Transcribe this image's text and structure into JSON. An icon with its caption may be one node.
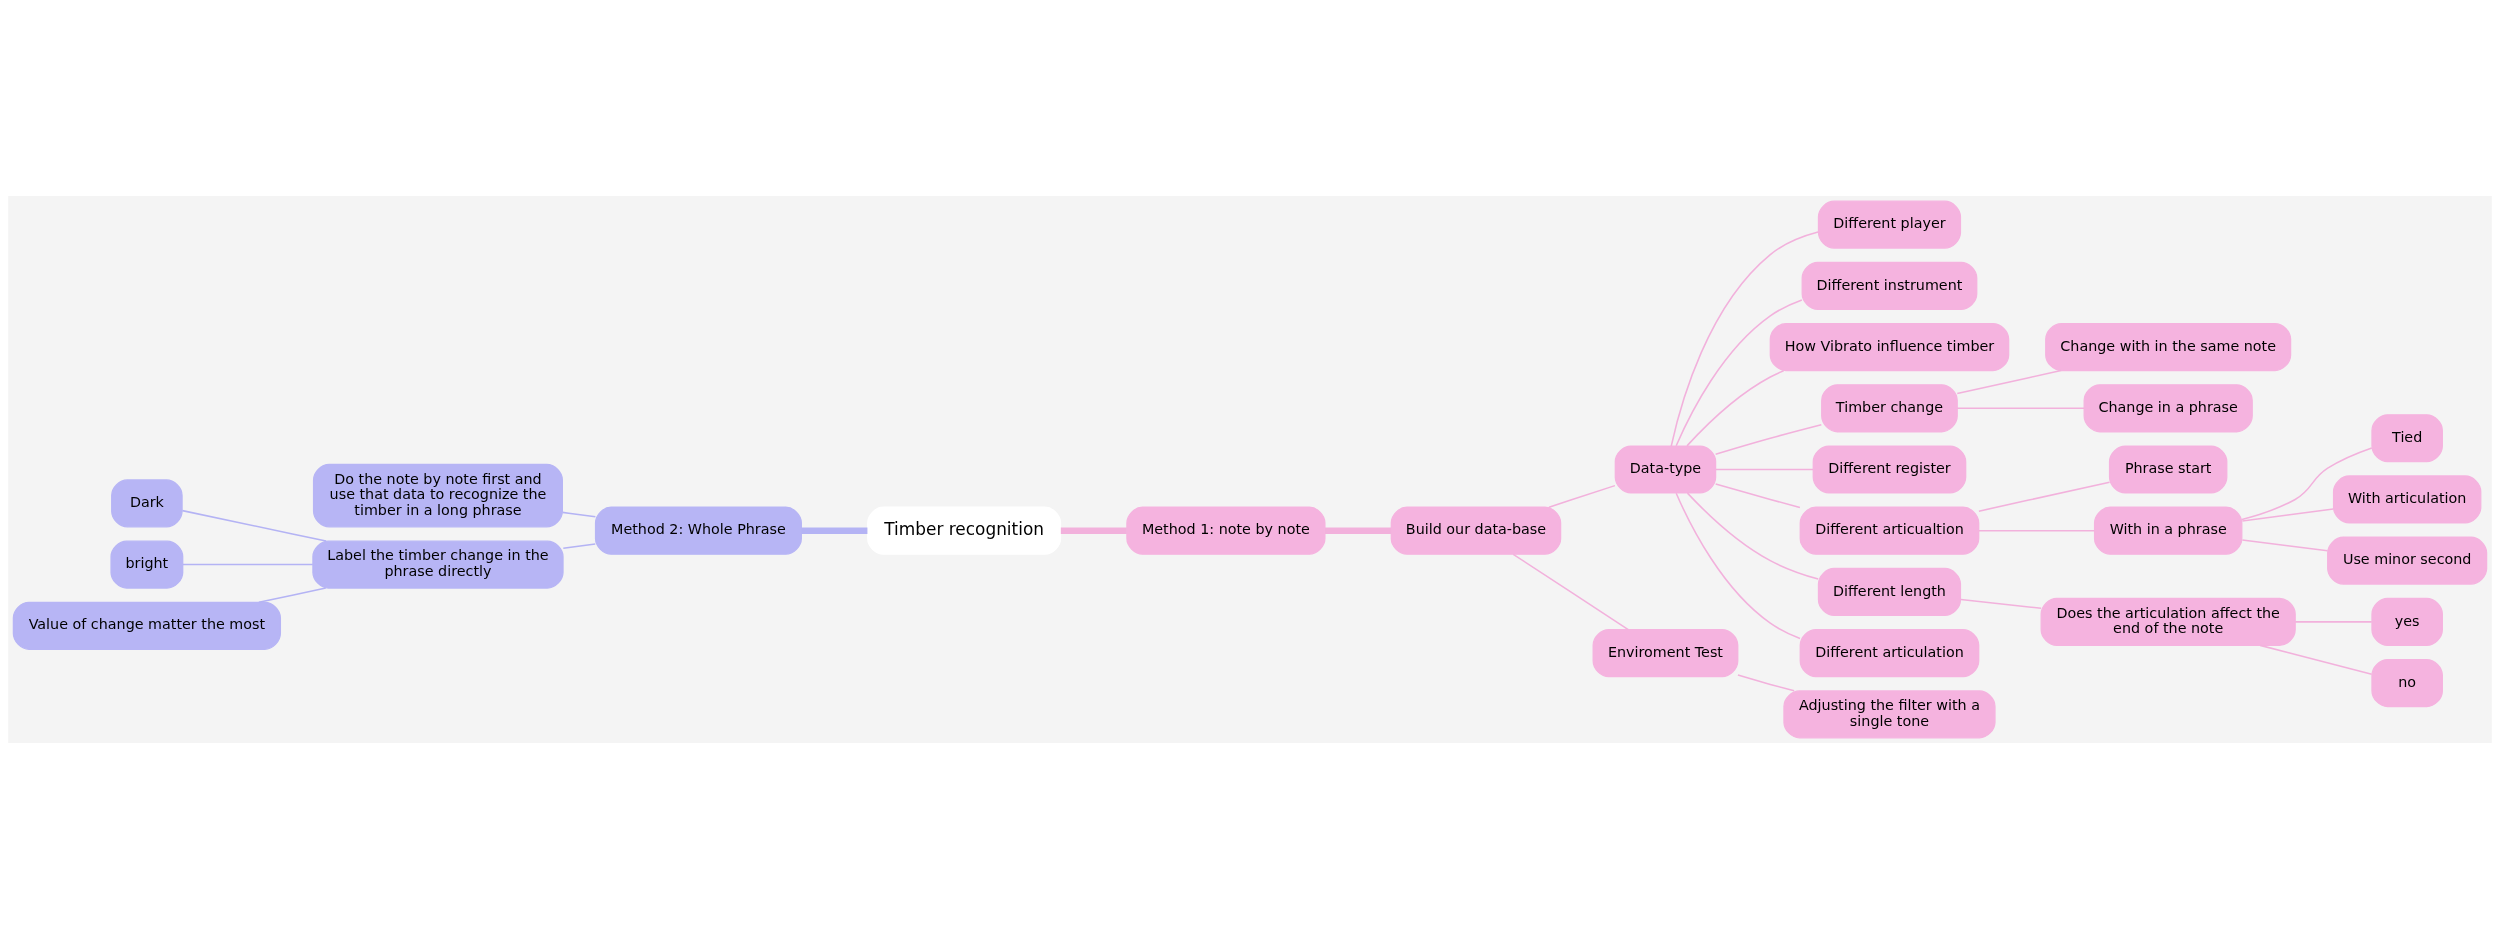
{
  "diagram": {
    "nodes": [
      {
        "text": [
          "Timber recognition"
        ]
      },
      {
        "text": [
          "Method 1: note by note"
        ]
      },
      {
        "text": [
          "Build our data-base"
        ]
      },
      {
        "text": [
          "Data-type"
        ]
      },
      {
        "text": [
          "Different player"
        ]
      },
      {
        "text": [
          "Different instrument"
        ]
      },
      {
        "text": [
          "How Vibrato influence timber"
        ]
      },
      {
        "text": [
          "Timber change"
        ]
      },
      {
        "text": [
          "Change with in the same note"
        ]
      },
      {
        "text": [
          "Change in a phrase"
        ]
      },
      {
        "text": [
          "Different register"
        ]
      },
      {
        "text": [
          "Different articualtion"
        ]
      },
      {
        "text": [
          "Phrase start"
        ]
      },
      {
        "text": [
          "With in a phrase"
        ]
      },
      {
        "text": [
          "Tied"
        ]
      },
      {
        "text": [
          "With articulation"
        ]
      },
      {
        "text": [
          "Use minor second"
        ]
      },
      {
        "text": [
          "Different length"
        ]
      },
      {
        "text": [
          "Does the articulation affect the end of the note"
        ]
      },
      {
        "text": [
          "yes"
        ]
      },
      {
        "text": [
          "no"
        ]
      },
      {
        "text": [
          "Different articulation"
        ]
      },
      {
        "text": [
          "Enviroment Test"
        ]
      },
      {
        "text": [
          "Adjusting the filter with a single tone"
        ]
      },
      {
        "text": [
          "Method 2: Whole Phrase"
        ]
      },
      {
        "text": [
          "Do the note by note first and use that data to recognize the timber in a long phrase"
        ]
      },
      {
        "text": [
          "Label the timber change in the phrase directly"
        ]
      },
      {
        "text": [
          "Dark"
        ]
      },
      {
        "text": [
          "bright"
        ]
      },
      {
        "text": [
          "Value of change matter the most"
        ]
      }
    ],
    "edges": [
      {
        "from": 0,
        "to": 1,
        "arrow": "none",
        "style": "thick"
      },
      {
        "from": 1,
        "to": 2,
        "arrow": "none",
        "style": "thick"
      },
      {
        "from": 2,
        "to": 3,
        "arrow": "none"
      },
      {
        "from": 3,
        "to": 4,
        "arrow": "none"
      },
      {
        "from": 3,
        "to": 5,
        "arrow": "none"
      },
      {
        "from": 3,
        "to": 6,
        "arrow": "none"
      },
      {
        "from": 3,
        "to": 7,
        "arrow": "none"
      },
      {
        "from": 7,
        "to": 8,
        "arrow": "none"
      },
      {
        "from": 7,
        "to": 9,
        "arrow": "none"
      },
      {
        "from": 3,
        "to": 10,
        "arrow": "none"
      },
      {
        "from": 3,
        "to": 11,
        "arrow": "none"
      },
      {
        "from": 11,
        "to": 12,
        "arrow": "none"
      },
      {
        "from": 11,
        "to": 13,
        "arrow": "none"
      },
      {
        "from": 13,
        "to": 14,
        "arrow": "none"
      },
      {
        "from": 13,
        "to": 15,
        "arrow": "none"
      },
      {
        "from": 13,
        "to": 16,
        "arrow": "none"
      },
      {
        "from": 3,
        "to": 17,
        "arrow": "none"
      },
      {
        "from": 17,
        "to": 18,
        "arrow": "none"
      },
      {
        "from": 18,
        "to": 19,
        "arrow": "none"
      },
      {
        "from": 18,
        "to": 20,
        "arrow": "none"
      },
      {
        "from": 3,
        "to": 21,
        "arrow": "none"
      },
      {
        "from": 2,
        "to": 22,
        "arrow": "none"
      },
      {
        "from": 22,
        "to": 23,
        "arrow": "none"
      },
      {
        "from": 0,
        "to": 24,
        "arrow": "none",
        "style": "thick",
        "color": "#b4b3f4"
      },
      {
        "from": 24,
        "to": 25,
        "arrow": "none",
        "color": "#b4b3f4"
      },
      {
        "from": 24,
        "to": 26,
        "arrow": "none",
        "color": "#b4b3f4"
      },
      {
        "from": 26,
        "to": 27,
        "arrow": "none",
        "color": "#b4b3f4"
      },
      {
        "from": 26,
        "to": 28,
        "arrow": "none",
        "color": "#b4b3f4"
      },
      {
        "from": 26,
        "to": 29,
        "arrow": "none",
        "color": "#b4b3f4"
      }
    ]
  }
}
